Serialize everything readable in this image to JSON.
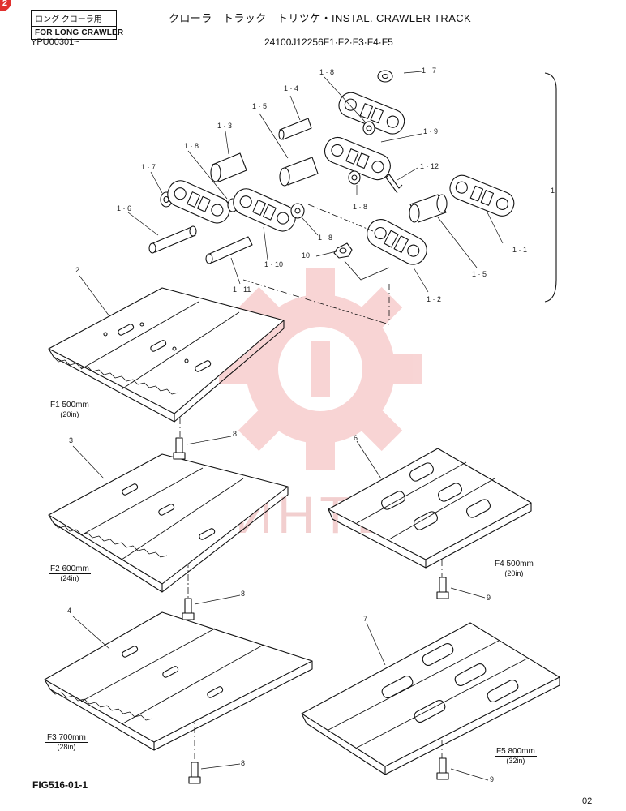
{
  "header": {
    "badge": "2",
    "note_jp": "ロング クローラ用",
    "note_en": "FOR LONG CRAWLER",
    "serial": "YPU00301~",
    "title": "クローラ　トラック　トリツケ・INSTAL. CRAWLER TRACK",
    "part_number": "24100J12256F1·F2·F3·F4·F5"
  },
  "callouts": {
    "c1_7a": "1 · 7",
    "c1_8a": "1 · 8",
    "c1_4": "1 · 4",
    "c1_9": "1 · 9",
    "c1_12": "1 · 12",
    "c1_5a": "1 · 5",
    "c1_3": "1 · 3",
    "c1_8b": "1 · 8",
    "c1_7b": "1 · 7",
    "c1_6": "1 · 6",
    "c1_8c": "1 · 8",
    "c1_8d": "1 · 8",
    "c1_1": "1 · 1",
    "c1": "1",
    "c10": "10",
    "c1_10": "1 · 10",
    "c1_11": "1 · 11",
    "c1_5b": "1 · 5",
    "c1_2": "1 · 2",
    "c2": "2",
    "c3": "3",
    "c4": "4",
    "c6": "6",
    "c7": "7",
    "c8a": "8",
    "c8b": "8",
    "c8c": "8",
    "c9a": "9",
    "c9b": "9"
  },
  "shoes": {
    "f1": {
      "size": "F1 500mm",
      "inch": "(20in)"
    },
    "f2": {
      "size": "F2 600mm",
      "inch": "(24in)"
    },
    "f3": {
      "size": "F3 700mm",
      "inch": "(28in)"
    },
    "f4": {
      "size": "F4 500mm",
      "inch": "(20in)"
    },
    "f5": {
      "size": "F5 800mm",
      "inch": "(32in)"
    }
  },
  "footer": {
    "figure": "FIG516-01-1",
    "page": "02"
  },
  "watermark": {
    "text": "ИНТЕХ",
    "color": "#e04040"
  }
}
